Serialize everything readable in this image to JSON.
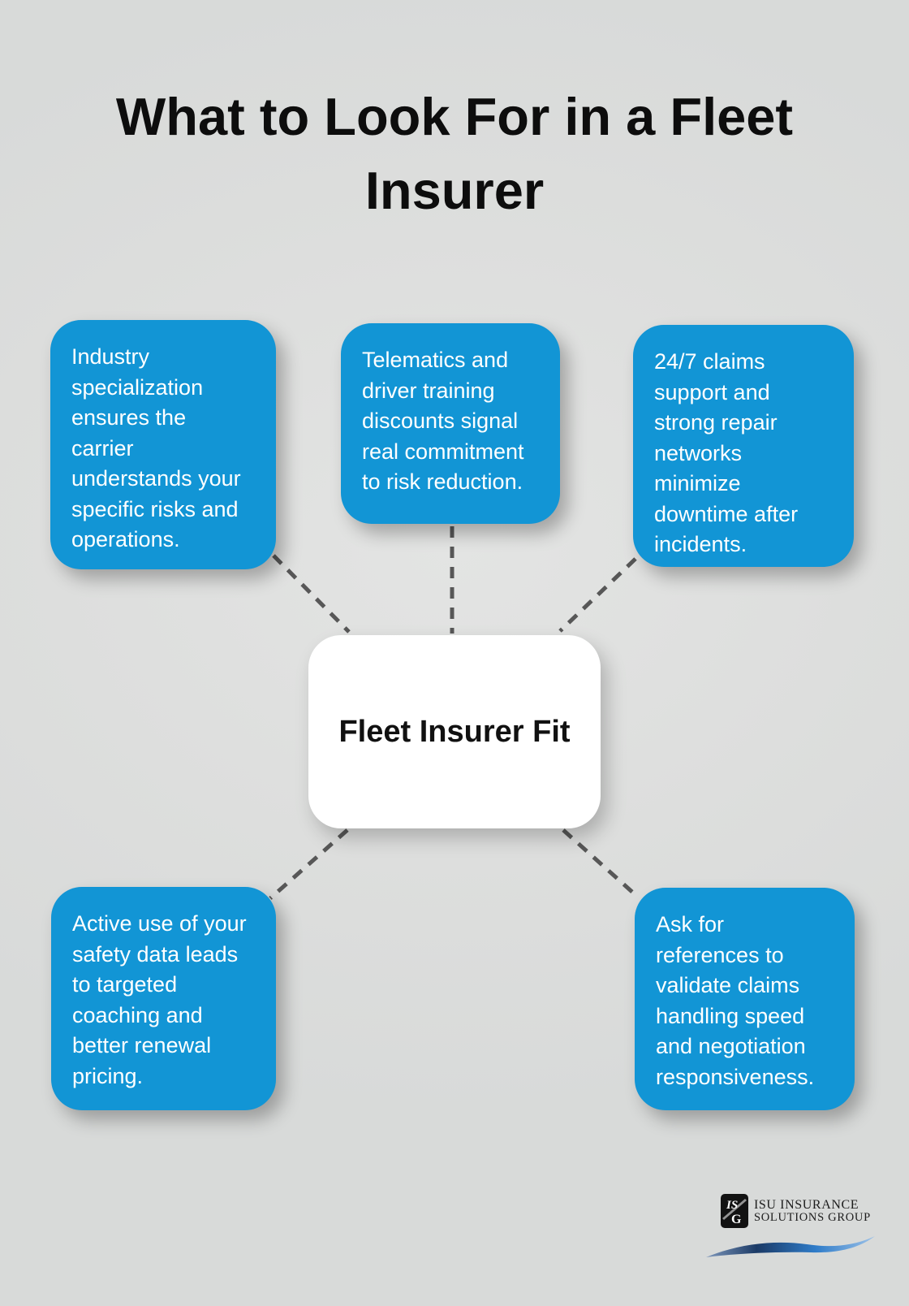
{
  "title": "What to Look For in a Fleet\nInsurer",
  "center": {
    "label": "Fleet Insurer Fit"
  },
  "nodes": [
    {
      "id": "industry-specialization",
      "text": "Industry\nspecialization\nensures the\ncarrier\nunderstands your\nspecific risks and\noperations."
    },
    {
      "id": "telematics-training",
      "text": "Telematics and\ndriver training\ndiscounts signal\nreal commitment\nto risk reduction."
    },
    {
      "id": "claims-support",
      "text": "24/7 claims\nsupport and\nstrong repair\nnetworks\nminimize\ndowntime after\nincidents."
    },
    {
      "id": "safety-data",
      "text": "Active use of your\nsafety data leads\nto targeted\ncoaching and\nbetter renewal\npricing."
    },
    {
      "id": "references",
      "text": "Ask for\nreferences to\nvalidate claims\nhandling speed\nand negotiation\nresponsiveness."
    }
  ],
  "logo": {
    "line1": "ISU INSURANCE",
    "line2": "SOLUTIONS GROUP",
    "monogram_top": "IS",
    "monogram_bottom": "G"
  },
  "colors": {
    "background": "#dddedd",
    "node_blue": "#1295d5",
    "node_text": "#ffffff",
    "center_background": "#ffffff",
    "center_text": "#111111",
    "connector_gray": "#575757",
    "title_black": "#0d0d0d",
    "swoosh_navy": "#1b3a66",
    "swoosh_blue": "#2f7cc9"
  }
}
